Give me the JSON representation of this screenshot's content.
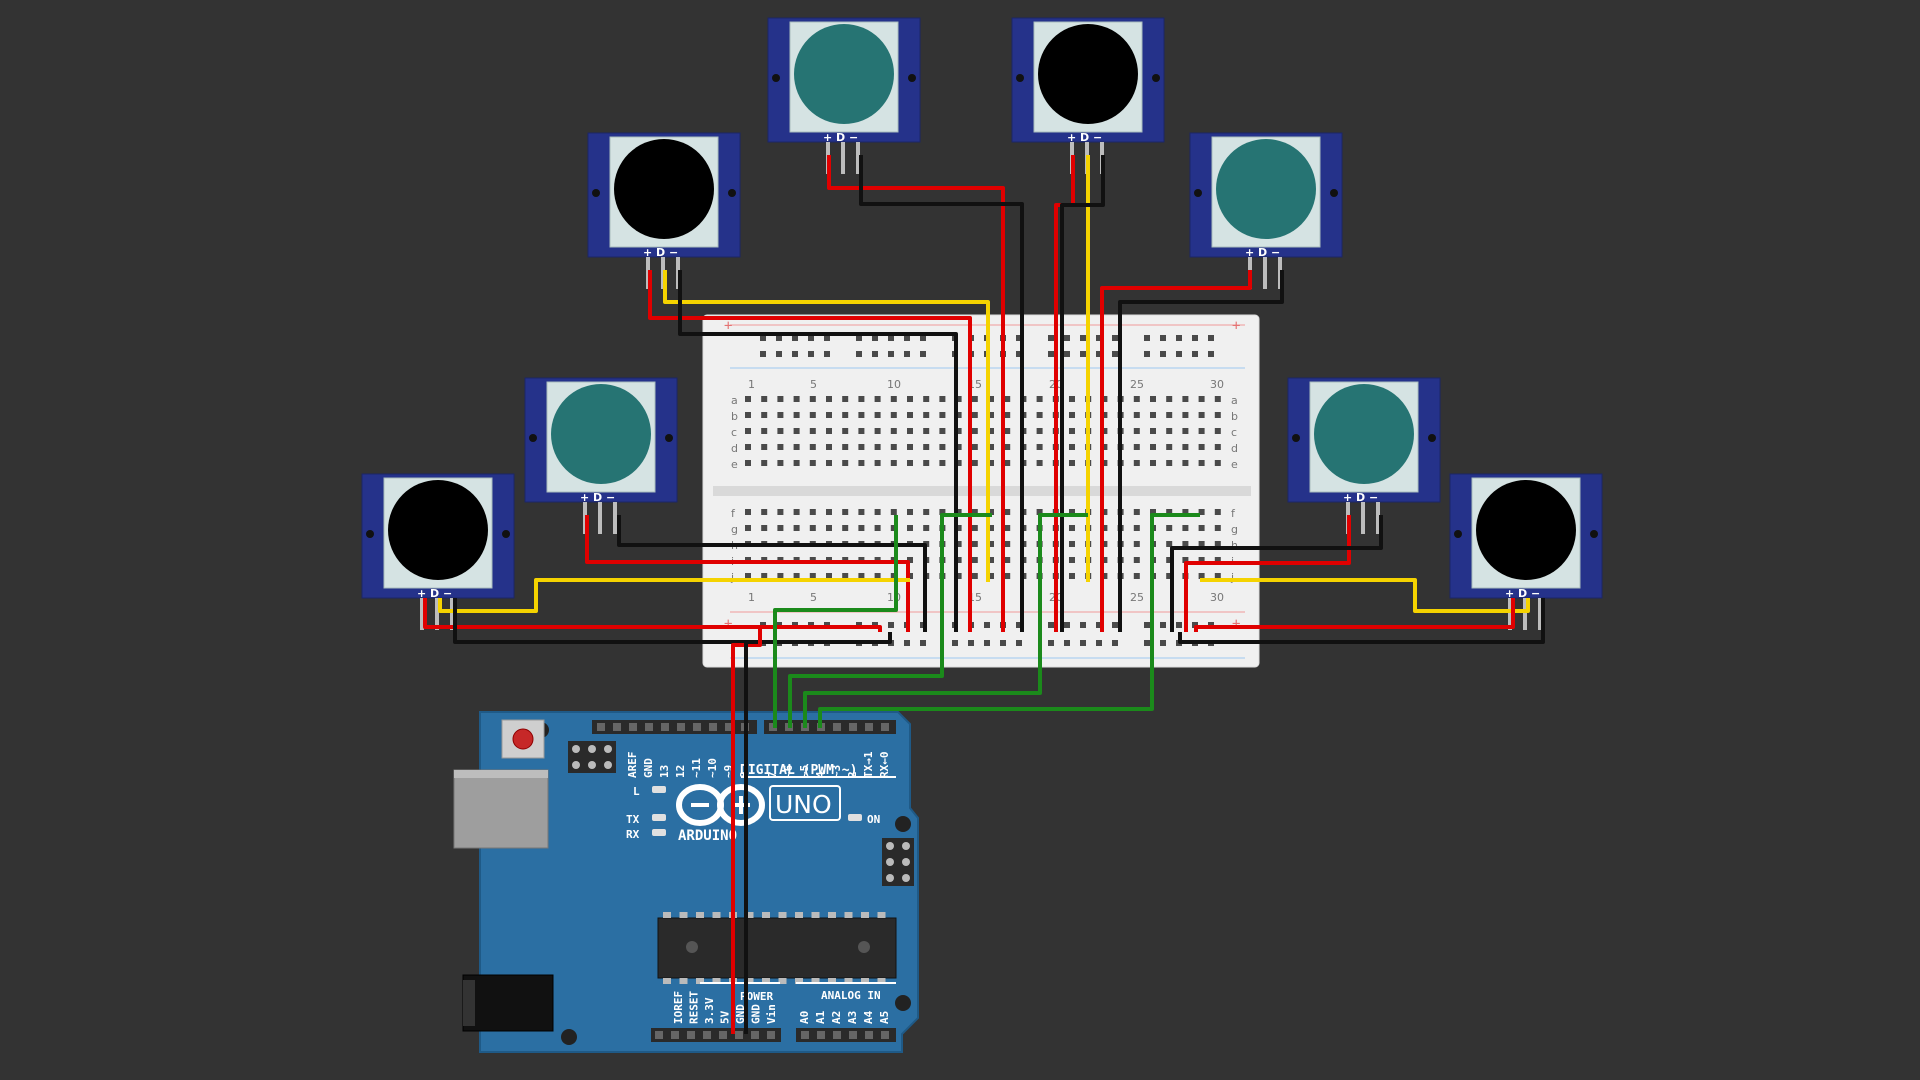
{
  "sensors": [
    {
      "id": "sensor-top-left-inner",
      "led_color": "#267473",
      "pin_label": "+ D −"
    },
    {
      "id": "sensor-top-right-inner",
      "led_color": "#000000",
      "pin_label": "+ D −"
    },
    {
      "id": "sensor-upper-left",
      "led_color": "#000000",
      "pin_label": "+ D −"
    },
    {
      "id": "sensor-upper-right",
      "led_color": "#267473",
      "pin_label": "+ D −"
    },
    {
      "id": "sensor-middle-left",
      "led_color": "#267473",
      "pin_label": "+ D −"
    },
    {
      "id": "sensor-middle-right",
      "led_color": "#267473",
      "pin_label": "+ D −"
    },
    {
      "id": "sensor-lower-left",
      "led_color": "#000000",
      "pin_label": "+ D −"
    },
    {
      "id": "sensor-lower-right",
      "led_color": "#000000",
      "pin_label": "+ D −"
    }
  ],
  "breadboard": {
    "column_numbers": [
      "1",
      "5",
      "10",
      "15",
      "20",
      "25",
      "30"
    ],
    "rows_top": [
      "a",
      "b",
      "c",
      "d",
      "e"
    ],
    "rows_bottom": [
      "f",
      "g",
      "h",
      "i",
      "j"
    ],
    "plus": "+",
    "minus": "−"
  },
  "arduino": {
    "brand": "ARDUINO",
    "model": "UNO",
    "digital_header": "DIGITAL (PWM ~)",
    "power_header": "POWER",
    "analog_header": "ANALOG IN",
    "digital_pins": [
      "AREF",
      "GND",
      "13",
      "12",
      "~11",
      "~10",
      "~9",
      "8",
      "7",
      "~6",
      "~5",
      "4",
      "~3",
      "2",
      "TX→1",
      "RX←0"
    ],
    "power_pins": [
      "IOREF",
      "RESET",
      "3.3V",
      "5V",
      "GND",
      "GND",
      "Vin"
    ],
    "analog_pins": [
      "A0",
      "A1",
      "A2",
      "A3",
      "A4",
      "A5"
    ],
    "led_L": "L",
    "led_TX": "TX",
    "led_RX": "RX",
    "led_ON": "ON",
    "board_color": "#2b6fa3"
  },
  "wire_colors": {
    "vcc": "#e00000",
    "gnd": "#111111",
    "signal_a": "#f5d300",
    "signal_b": "#1b8a1b"
  }
}
